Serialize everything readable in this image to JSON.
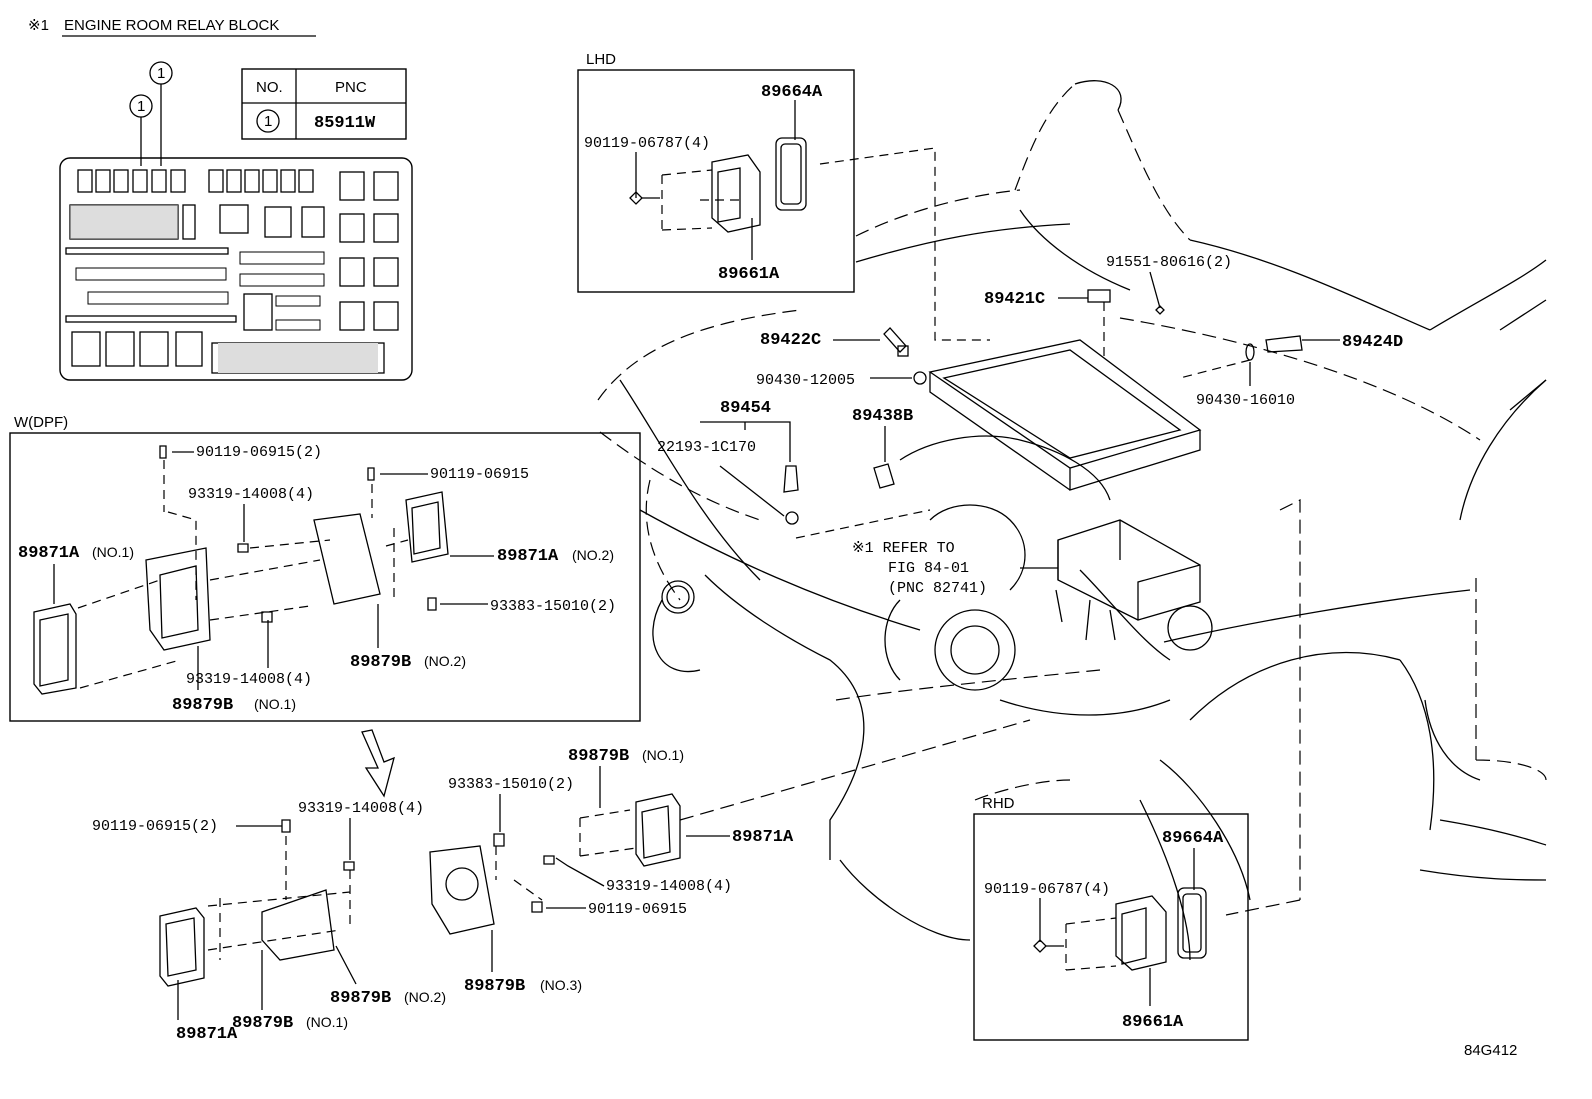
{
  "header": {
    "note_mark": "※1",
    "title": "ENGINE ROOM RELAY BLOCK",
    "circle_num": "1"
  },
  "pnc_table": {
    "col_no": "NO.",
    "col_pnc": "PNC",
    "row_no": "1",
    "row_pnc": "85911W"
  },
  "sections": {
    "lhd": "LHD",
    "rhd": "RHD",
    "wdpf": "W(DPF)"
  },
  "lhd_parts": {
    "p1": "89664A",
    "p2": "90119-06787(4)",
    "p3": "89661A"
  },
  "rhd_parts": {
    "p1": "89664A",
    "p2": "90119-06787(4)",
    "p3": "89661A"
  },
  "engine_parts": {
    "p91551": "91551-80616(2)",
    "p89421": "89421C",
    "p89422": "89422C",
    "p89424": "89424D",
    "p90430a": "90430-12005",
    "p90430b": "90430-16010",
    "p89454": "89454",
    "p22193": "22193-1C170",
    "p89438": "89438B",
    "refer1": "※1 REFER TO",
    "refer2": "FIG 84-01",
    "refer3": "(PNC 82741)"
  },
  "wdpf_parts": {
    "a": "90119-06915(2)",
    "b": "90119-06915",
    "c": "93319-14008(4)",
    "d_code": "89871A",
    "d_sfx": "(NO.1)",
    "e_code": "89871A",
    "e_sfx": "(NO.2)",
    "f": "93383-15010(2)",
    "g": "93319-14008(4)",
    "h_code": "89879B",
    "h_sfx": "(NO.2)",
    "i_code": "89879B",
    "i_sfx": "(NO.1)"
  },
  "lower_parts": {
    "a_code": "89879B",
    "a_sfx": "(NO.1)",
    "b": "93383-15010(2)",
    "c": "89871A",
    "d": "93319-14008(4)",
    "e": "90119-06915(2)",
    "f": "93319-14008(4)",
    "g": "90119-06915",
    "h_code": "89879B",
    "h_sfx": "(NO.3)",
    "i_code": "89879B",
    "i_sfx": "(NO.2)",
    "j_code": "89879B",
    "j_sfx": "(NO.1)",
    "k": "89871A"
  },
  "figure_code": "84G412"
}
